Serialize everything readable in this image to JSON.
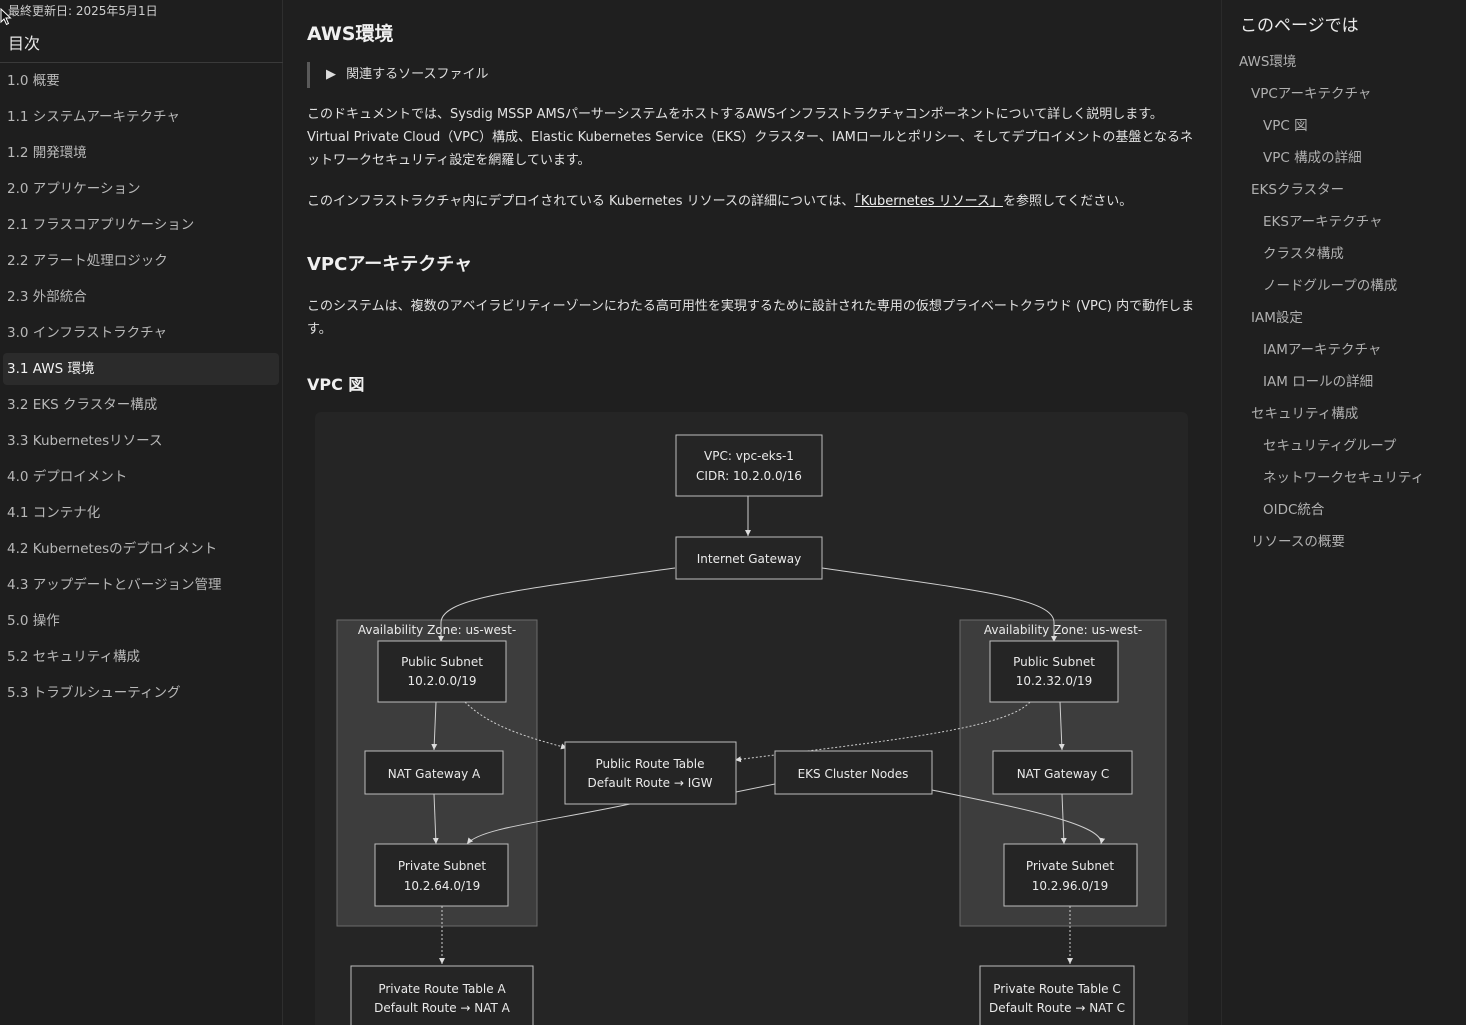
{
  "sidebar": {
    "updated": "最終更新日: 2025年5月1日",
    "toc_title": "目次",
    "items": [
      {
        "label": "1.0 概要"
      },
      {
        "label": "1.1 システムアーキテクチャ"
      },
      {
        "label": "1.2 開発環境"
      },
      {
        "label": "2.0 アプリケーション"
      },
      {
        "label": "2.1 フラスコアプリケーション"
      },
      {
        "label": "2.2 アラート処理ロジック"
      },
      {
        "label": "2.3 外部統合"
      },
      {
        "label": "3.0 インフラストラクチャ"
      },
      {
        "label": "3.1 AWS 環境",
        "active": true
      },
      {
        "label": "3.2 EKS クラスター構成"
      },
      {
        "label": "3.3 Kubernetesリソース"
      },
      {
        "label": "4.0 デプロイメント"
      },
      {
        "label": "4.1 コンテナ化"
      },
      {
        "label": "4.2 Kubernetesのデプロイメント"
      },
      {
        "label": "4.3 アップデートとバージョン管理"
      },
      {
        "label": "5.0 操作"
      },
      {
        "label": "5.2 セキュリティ構成"
      },
      {
        "label": "5.3 トラブルシューティング"
      }
    ]
  },
  "main": {
    "title": "AWS環境",
    "details_label": "関連するソースファイル",
    "intro": "このドキュメントでは、Sysdig MSSP AMSパーサーシステムをホストするAWSインフラストラクチャコンポーネントについて詳しく説明します。Virtual Private Cloud（VPC）構成、Elastic Kubernetes Service（EKS）クラスター、IAMロールとポリシー、そしてデプロイメントの基盤となるネットワークセキュリティ設定を網羅しています。",
    "ref_before": "このインフラストラクチャ内にデプロイされている Kubernetes リソースの詳細については、",
    "ref_link": "「Kubernetes リソース」",
    "ref_after": "を参照してください。",
    "vpc_heading": "VPCアーキテクチャ",
    "vpc_text": "このシステムは、複数のアベイラビリティーゾーンにわたる高可用性を実現するために設計された専用の仮想プライベートクラウド (VPC) 内で動作します。",
    "diagram_heading": "VPC 図"
  },
  "diagram": {
    "vpc_line1": "VPC: vpc-eks-1",
    "vpc_line2": "CIDR: 10.2.0.0/16",
    "igw": "Internet Gateway",
    "az_left": "Availability Zone: us-west-",
    "az_right": "Availability Zone: us-west-",
    "pub_a_1": "Public Subnet",
    "pub_a_2": "10.2.0.0/19",
    "pub_c_1": "Public Subnet",
    "pub_c_2": "10.2.32.0/19",
    "nat_a": "NAT Gateway A",
    "nat_c": "NAT Gateway C",
    "prt_1": "Public Route Table",
    "prt_2": "Default Route → IGW",
    "eks": "EKS Cluster Nodes",
    "priv_a_1": "Private Subnet",
    "priv_a_2": "10.2.64.0/19",
    "priv_c_1": "Private Subnet",
    "priv_c_2": "10.2.96.0/19",
    "prta_1": "Private Route Table A",
    "prta_2": "Default Route → NAT A",
    "prtc_1": "Private Route Table C",
    "prtc_2": "Default Route → NAT C"
  },
  "right_toc": {
    "title": "このページでは",
    "items": [
      {
        "label": "AWS環境",
        "level": 1
      },
      {
        "label": "VPCアーキテクチャ",
        "level": 2
      },
      {
        "label": "VPC 図",
        "level": 3
      },
      {
        "label": "VPC 構成の詳細",
        "level": 3
      },
      {
        "label": "EKSクラスター",
        "level": 2
      },
      {
        "label": "EKSアーキテクチャ",
        "level": 3
      },
      {
        "label": "クラスタ構成",
        "level": 3
      },
      {
        "label": "ノードグループの構成",
        "level": 3
      },
      {
        "label": "IAM設定",
        "level": 2
      },
      {
        "label": "IAMアーキテクチャ",
        "level": 3
      },
      {
        "label": "IAM ロールの詳細",
        "level": 3
      },
      {
        "label": "セキュリティ構成",
        "level": 2
      },
      {
        "label": "セキュリティグループ",
        "level": 3
      },
      {
        "label": "ネットワークセキュリティ",
        "level": 3
      },
      {
        "label": "OIDC統合",
        "level": 3
      },
      {
        "label": "リソースの概要",
        "level": 2
      }
    ]
  }
}
